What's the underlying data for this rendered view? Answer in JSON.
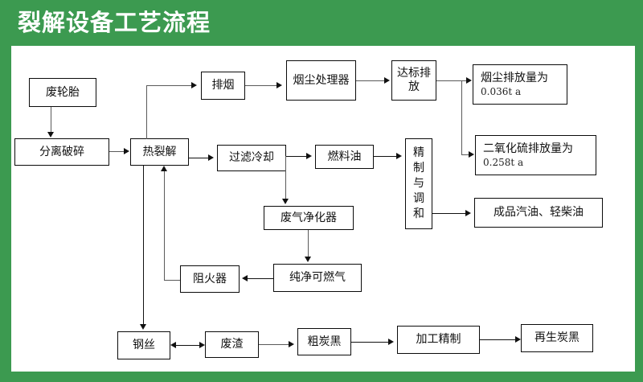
{
  "header": {
    "title": "裂解设备工艺流程",
    "background_color": "#3c9a50",
    "title_color": "#ffffff"
  },
  "canvas": {
    "background_color": "#ffffff",
    "border_color": "#0b0b0b"
  },
  "nodes": {
    "waste_tire": "废轮胎",
    "separate_crush": "分离破碎",
    "thermal_cracking": "热裂解",
    "exhaust_smoke": "排烟",
    "dust_treatment": "烟尘处理器",
    "standard_discharge": "达标排放",
    "dust_emission_label": "烟尘排放量为",
    "dust_emission_value": "0.036t a",
    "so2_emission_label": "二氧化硫排放量为",
    "so2_emission_value": "0.258t a",
    "filter_cooling": "过滤冷却",
    "fuel_oil": "燃料油",
    "refine_blend_chars": [
      "精",
      "制",
      "与",
      "调",
      "和"
    ],
    "finished_products": "成品汽油、轻柴油",
    "gas_purifier": "废气净化器",
    "clean_fuel_gas": "纯净可燃气",
    "flame_arrester": "阻火器",
    "steel_wire": "钢丝",
    "waste_residue": "废渣",
    "crude_carbon_black": "粗炭黑",
    "processing_refining": "加工精制",
    "recycled_carbon_black": "再生炭黑"
  }
}
